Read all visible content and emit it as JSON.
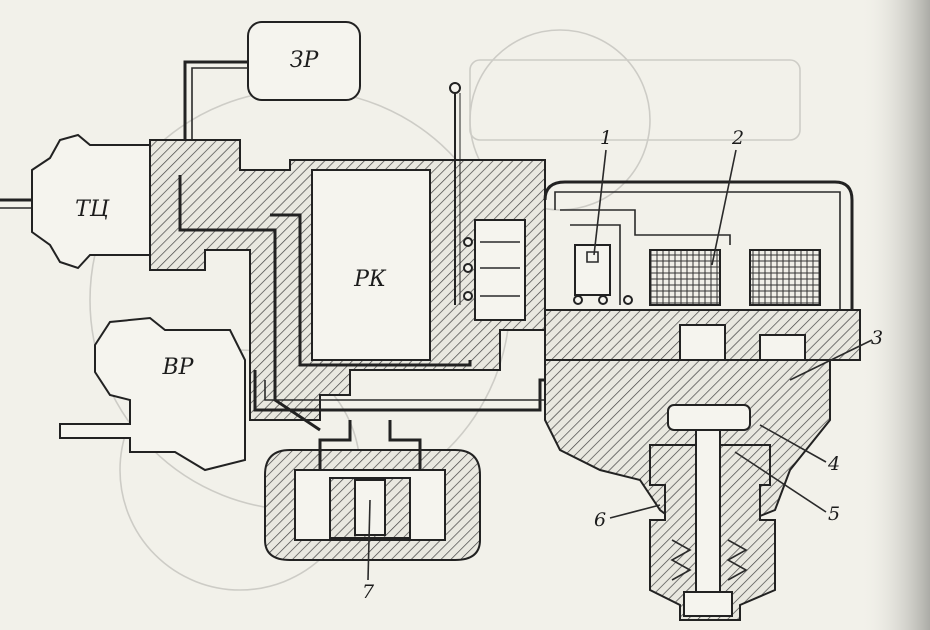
{
  "diagram": {
    "labels": {
      "zr": "ЗР",
      "tc": "ТЦ",
      "rk": "РК",
      "vr": "ВР"
    },
    "callouts": [
      "1",
      "2",
      "3",
      "4",
      "5",
      "6",
      "7"
    ]
  }
}
